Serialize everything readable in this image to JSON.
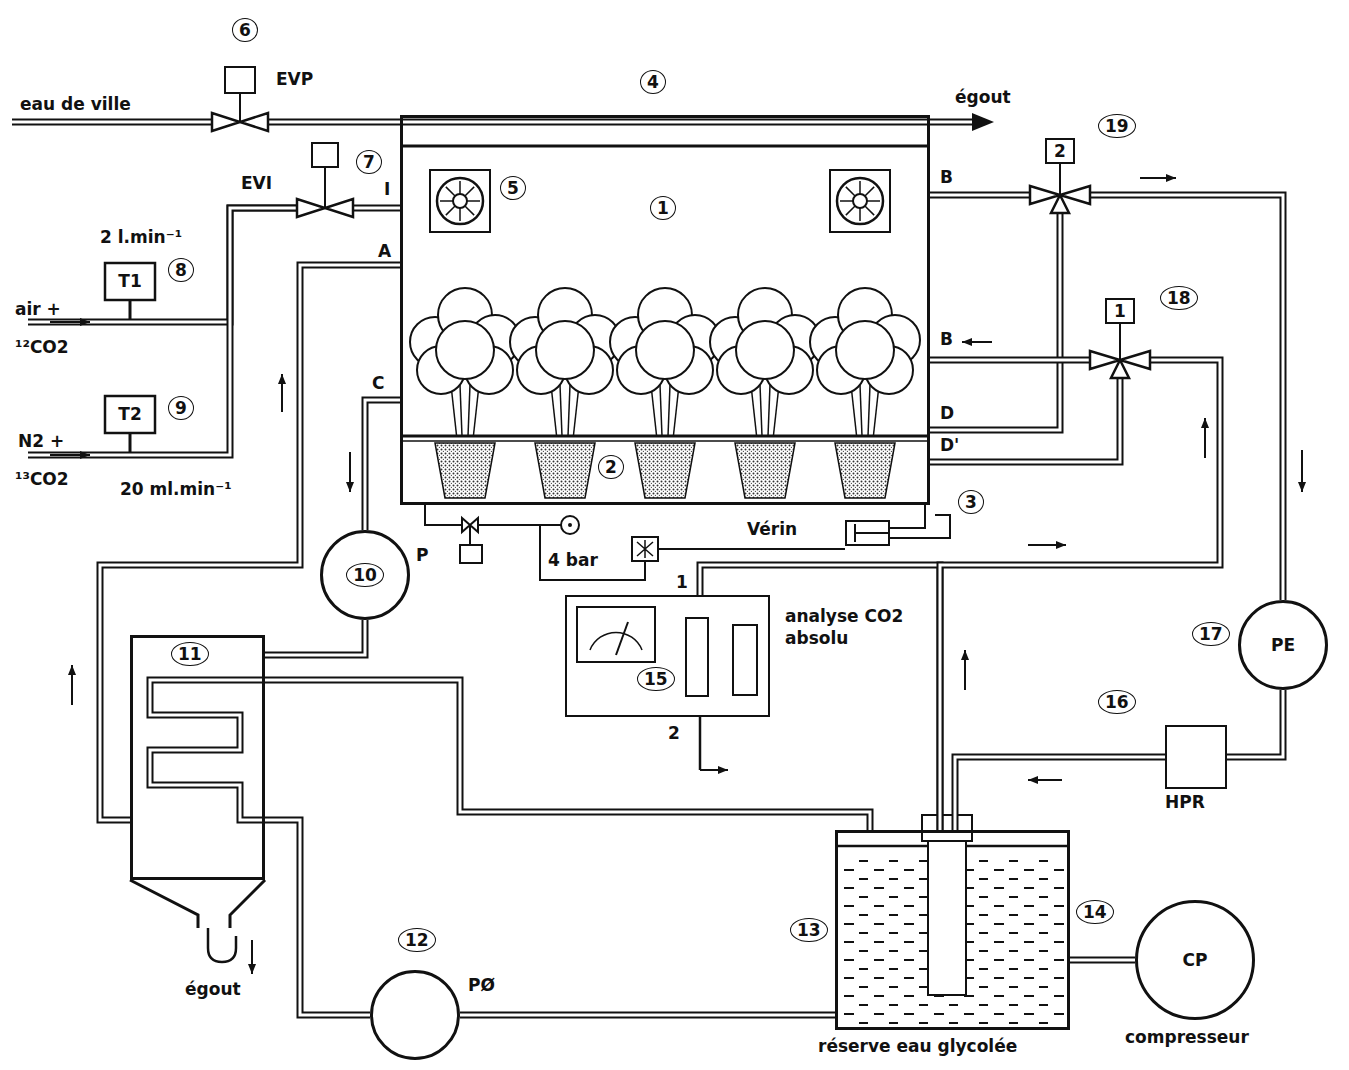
{
  "diagram": {
    "nodes": [
      {
        "text": [
          "EVP"
        ]
      },
      {
        "text": [
          "EVI"
        ]
      },
      {
        "text": [
          "1"
        ]
      },
      {
        "text": [
          "T1"
        ]
      },
      {
        "text": [
          "T2"
        ]
      },
      {
        "text": [
          "Vérin"
        ]
      },
      {
        "text": [
          "2"
        ]
      },
      {
        "text": [
          "1"
        ]
      },
      {
        "text": [
          "10",
          "P"
        ]
      },
      {
        "text": [
          "11"
        ]
      },
      {
        "text": [
          "15"
        ]
      },
      {
        "text": [
          "17",
          "PE"
        ]
      },
      {
        "text": [
          "HPR"
        ]
      },
      {
        "text": [
          "13",
          "réserve eau glycolée"
        ]
      },
      {
        "text": [
          "12",
          "PØ"
        ]
      },
      {
        "text": [
          "CP",
          "compresseur"
        ]
      }
    ],
    "edges": [
      {
        "from": 0,
        "to": 2,
        "arrow": "none"
      },
      {
        "from": 3,
        "to": 1,
        "arrow": "none"
      },
      {
        "from": 4,
        "to": 1,
        "arrow": "none"
      },
      {
        "from": 1,
        "to": 2,
        "arrow": "none"
      },
      {
        "from": 2,
        "to": 8,
        "arrow": "none"
      },
      {
        "from": 8,
        "to": 9,
        "arrow": "none"
      },
      {
        "from": 9,
        "to": 2,
        "arrow": "none"
      },
      {
        "from": 2,
        "to": 6,
        "arrow": "none"
      },
      {
        "from": 2,
        "to": 6,
        "arrow": "none"
      },
      {
        "from": 6,
        "to": 11,
        "arrow": "none"
      },
      {
        "from": 11,
        "to": 12,
        "arrow": "none"
      },
      {
        "from": 12,
        "to": 13,
        "arrow": "none"
      },
      {
        "from": 13,
        "to": 10,
        "arrow": "none"
      },
      {
        "from": 13,
        "to": 7,
        "arrow": "none"
      },
      {
        "from": 7,
        "to": 2,
        "arrow": "none"
      },
      {
        "from": 2,
        "to": 7,
        "arrow": "none"
      },
      {
        "from": 9,
        "to": 13,
        "arrow": "none"
      },
      {
        "from": 13,
        "to": 14,
        "arrow": "none"
      },
      {
        "from": 14,
        "to": 9,
        "arrow": "none"
      },
      {
        "from": 13,
        "to": 15,
        "arrow": "none"
      }
    ],
    "labels": [
      "eau de ville",
      "6",
      "4",
      "égout",
      "19",
      "7",
      "I",
      "5",
      "2 l.min⁻¹",
      "A",
      "air +",
      "¹²CO2",
      "8",
      "B",
      "B",
      "18",
      "C",
      "N2 +",
      "¹³CO2",
      "9",
      "20 ml.min⁻¹",
      "D",
      "D'",
      "2",
      "4 bar",
      "3",
      "analyse CO2 absolu",
      "1",
      "2",
      "16",
      "égout",
      "14"
    ]
  }
}
